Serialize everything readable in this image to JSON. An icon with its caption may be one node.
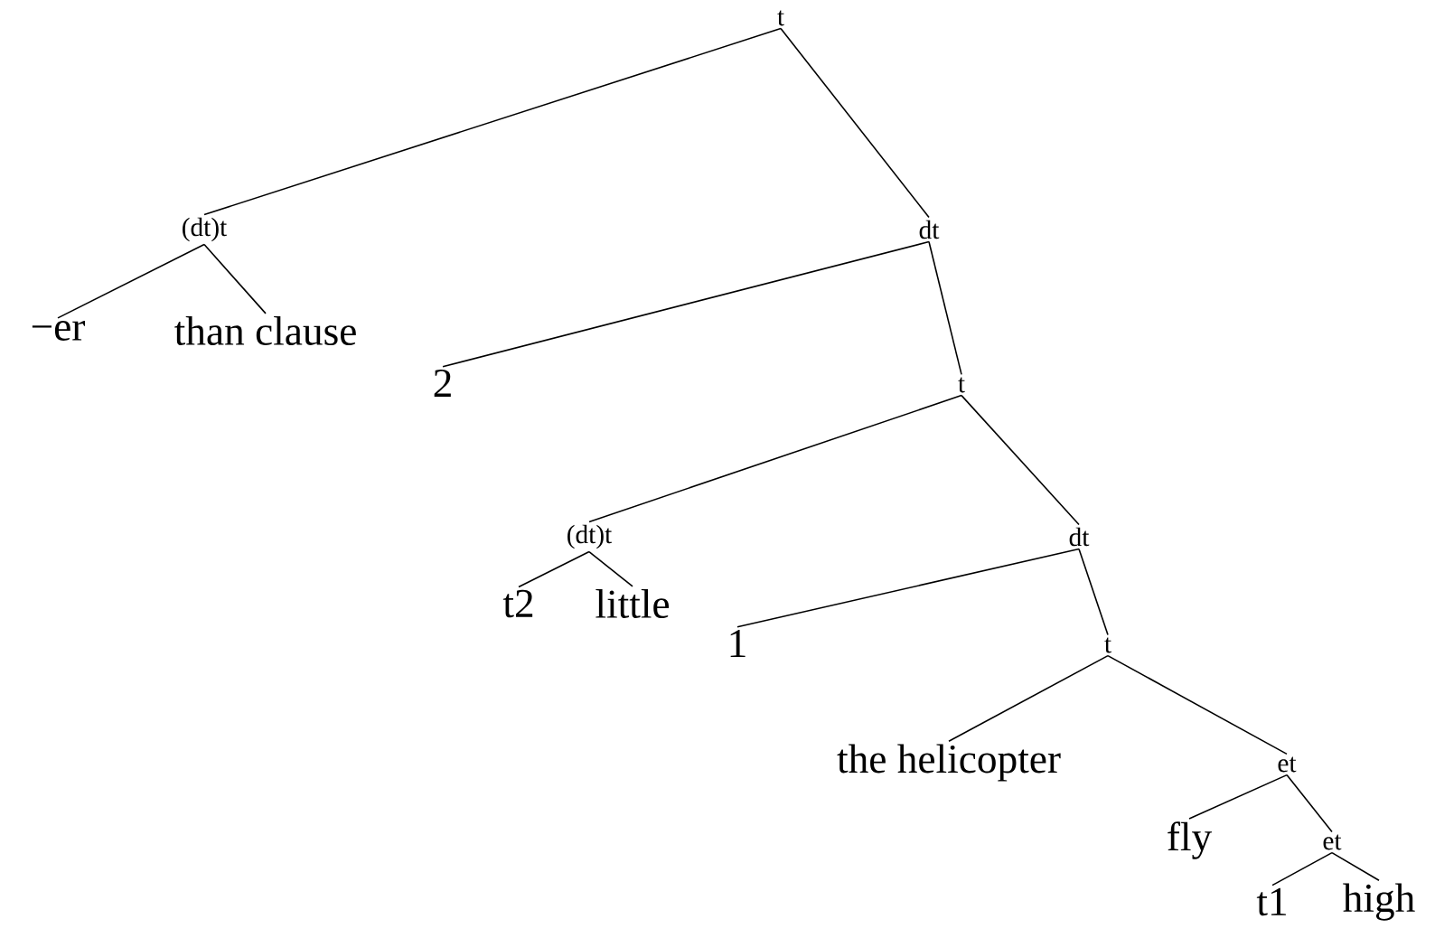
{
  "diagram": {
    "nodes": [
      {
        "text": [
          "t"
        ]
      },
      {
        "text": [
          "(dt)t"
        ]
      },
      {
        "text": [
          "−er"
        ]
      },
      {
        "text": [
          "than clause"
        ]
      },
      {
        "text": [
          "dt"
        ]
      },
      {
        "text": [
          "2"
        ]
      },
      {
        "text": [
          "t"
        ]
      },
      {
        "text": [
          "(dt)t"
        ]
      },
      {
        "text": [
          "t2"
        ]
      },
      {
        "text": [
          "little"
        ]
      },
      {
        "text": [
          "dt"
        ]
      },
      {
        "text": [
          "1"
        ]
      },
      {
        "text": [
          "t"
        ]
      },
      {
        "text": [
          "the helicopter"
        ]
      },
      {
        "text": [
          "et"
        ]
      },
      {
        "text": [
          "fly"
        ]
      },
      {
        "text": [
          "et"
        ]
      },
      {
        "text": [
          "t1"
        ]
      },
      {
        "text": [
          "high"
        ]
      }
    ],
    "edges": [
      {
        "from": 0,
        "to": 1,
        "arrow": "none"
      },
      {
        "from": 0,
        "to": 4,
        "arrow": "none"
      },
      {
        "from": 1,
        "to": 2,
        "arrow": "none"
      },
      {
        "from": 1,
        "to": 3,
        "arrow": "none"
      },
      {
        "from": 4,
        "to": 5,
        "arrow": "none"
      },
      {
        "from": 4,
        "to": 6,
        "arrow": "none"
      },
      {
        "from": 6,
        "to": 7,
        "arrow": "none"
      },
      {
        "from": 6,
        "to": 10,
        "arrow": "none"
      },
      {
        "from": 7,
        "to": 8,
        "arrow": "none"
      },
      {
        "from": 7,
        "to": 9,
        "arrow": "none"
      },
      {
        "from": 10,
        "to": 11,
        "arrow": "none"
      },
      {
        "from": 10,
        "to": 12,
        "arrow": "none"
      },
      {
        "from": 12,
        "to": 13,
        "arrow": "none"
      },
      {
        "from": 12,
        "to": 14,
        "arrow": "none"
      },
      {
        "from": 14,
        "to": 15,
        "arrow": "none"
      },
      {
        "from": 14,
        "to": 16,
        "arrow": "none"
      },
      {
        "from": 16,
        "to": 17,
        "arrow": "none"
      },
      {
        "from": 16,
        "to": 18,
        "arrow": "none"
      }
    ]
  }
}
